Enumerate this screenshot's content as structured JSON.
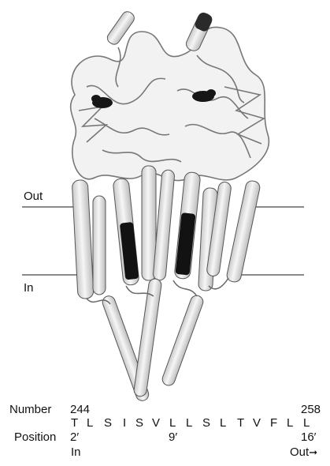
{
  "labels": {
    "out": "Out",
    "in": "In"
  },
  "sequence": {
    "number_label": "Number",
    "number_start": "244",
    "number_end": "258",
    "residues": [
      "T",
      "L",
      "S",
      "I",
      "S",
      "V",
      "L",
      "L",
      "S",
      "L",
      "T",
      "V",
      "F",
      "L",
      "L"
    ],
    "position_label": "Position",
    "positions": [
      "2′",
      "9′",
      "16′"
    ],
    "in_label": "In",
    "out_label": "Out"
  },
  "colors": {
    "tube": "#e4e4e4",
    "tube_edge": "#555555",
    "highlight": "#111111",
    "membrane_line": "#8a8a8a"
  }
}
